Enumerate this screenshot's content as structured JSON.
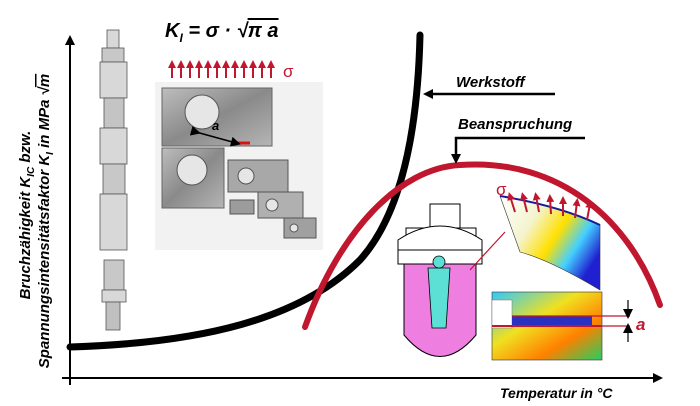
{
  "formula": {
    "k": "K",
    "sub": "I",
    "rest": " = σ · ",
    "root": "π a"
  },
  "sigma": "σ",
  "crack_length": "a",
  "labels": {
    "material": "Werkstoff",
    "stress": "Beanspruchung"
  },
  "axes": {
    "y_line1_pre": "Bruchzähigkeit K",
    "y_line1_sub": "IC",
    "y_line1_post": " bzw.",
    "y_line2_pre": "Spannungsintensitätsfaktor K",
    "y_line2_sub": "I",
    "y_line2_post": " in MPa",
    "y_line2_root": "m",
    "x": "Temperatur in °C"
  },
  "colors": {
    "curve_material": "#000000",
    "curve_stress": "#c0162e",
    "arrows": "#c0162e",
    "vessel_fill": "#ee7ee0"
  }
}
